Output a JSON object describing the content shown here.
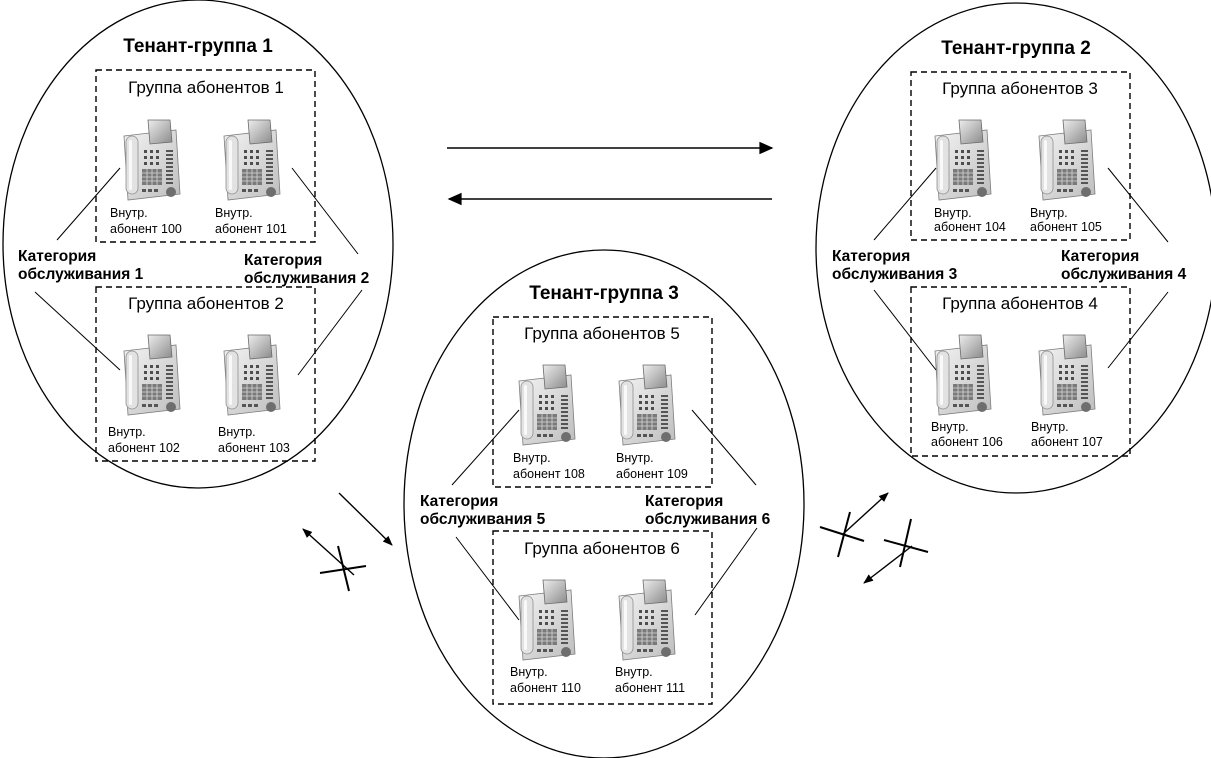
{
  "tenants": [
    {
      "title": "Тенант-группа 1",
      "groups": [
        {
          "title": "Группа абонентов 1",
          "ext": [
            {
              "l1": "Внутр.",
              "l2": "абонент 100"
            },
            {
              "l1": "Внутр.",
              "l2": "абонент 101"
            }
          ]
        },
        {
          "title": "Группа абонентов 2",
          "ext": [
            {
              "l1": "Внутр.",
              "l2": "абонент 102"
            },
            {
              "l1": "Внутр.",
              "l2": "абонент 103"
            }
          ]
        }
      ],
      "cos": [
        {
          "l1": "Категория",
          "l2": "обслуживания 1"
        },
        {
          "l1": "Категория",
          "l2": "обслуживания 2"
        }
      ]
    },
    {
      "title": "Тенант-группа 2",
      "groups": [
        {
          "title": "Группа абонентов 3",
          "ext": [
            {
              "l1": "Внутр.",
              "l2": "абонент 104"
            },
            {
              "l1": "Внутр.",
              "l2": "абонент 105"
            }
          ]
        },
        {
          "title": "Группа абонентов 4",
          "ext": [
            {
              "l1": "Внутр.",
              "l2": "абонент 106"
            },
            {
              "l1": "Внутр.",
              "l2": "абонент 107"
            }
          ]
        }
      ],
      "cos": [
        {
          "l1": "Категория",
          "l2": "обслуживания 3"
        },
        {
          "l1": "Категория",
          "l2": "обслуживания 4"
        }
      ]
    },
    {
      "title": "Тенант-группа 3",
      "groups": [
        {
          "title": "Группа абонентов 5",
          "ext": [
            {
              "l1": "Внутр.",
              "l2": "абонент 108"
            },
            {
              "l1": "Внутр.",
              "l2": "абонент 109"
            }
          ]
        },
        {
          "title": "Группа абонентов 6",
          "ext": [
            {
              "l1": "Внутр.",
              "l2": "абонент 110"
            },
            {
              "l1": "Внутр.",
              "l2": "абонент 111"
            }
          ]
        }
      ],
      "cos": [
        {
          "l1": "Категория",
          "l2": "обслуживания 5"
        },
        {
          "l1": "Категория",
          "l2": "обслуживания 6"
        }
      ]
    }
  ],
  "connections": [
    {
      "from": "Тенант-группа 1",
      "to": "Тенант-группа 2",
      "allowed": true
    },
    {
      "from": "Тенант-группа 2",
      "to": "Тенант-группа 1",
      "allowed": true
    },
    {
      "from": "Тенант-группа 1",
      "to": "Тенант-группа 3",
      "allowed": true
    },
    {
      "from": "Тенант-группа 3",
      "to": "Тенант-группа 1",
      "allowed": false
    },
    {
      "from": "Тенант-группа 3",
      "to": "Тенант-группа 2",
      "allowed": false
    },
    {
      "from": "Тенант-группа 2",
      "to": "Тенант-группа 3",
      "allowed": false
    }
  ],
  "icons": {
    "phone": "desk-phone-icon"
  }
}
